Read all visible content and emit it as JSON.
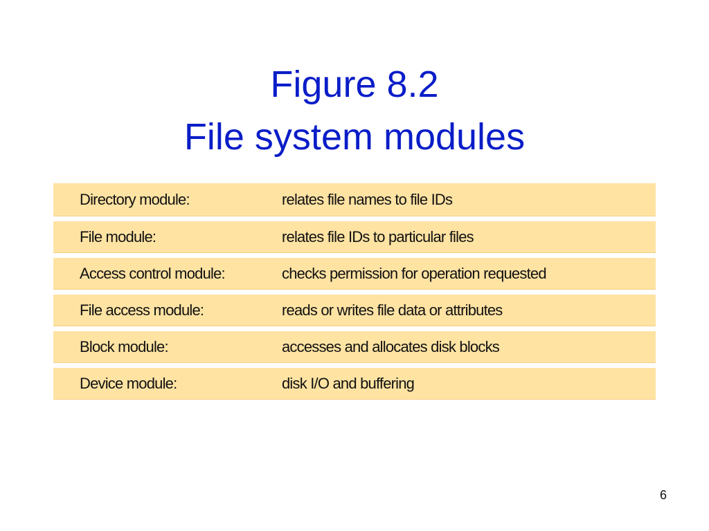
{
  "slide": {
    "title_line1": "Figure 8.2",
    "title_line2": "File system modules",
    "page_number": "6"
  },
  "modules": [
    {
      "name": "Directory module:",
      "description": "relates file names to file IDs"
    },
    {
      "name": "File module:",
      "description": "relates file IDs to particular files"
    },
    {
      "name": "Access control module:",
      "description": "checks permission for operation requested"
    },
    {
      "name": "File access module:",
      "description": "reads or writes file data or attributes"
    },
    {
      "name": "Block module:",
      "description": "accesses and allocates disk blocks"
    },
    {
      "name": "Device module:",
      "description": "disk I/O and buffering"
    }
  ],
  "colors": {
    "title": "#0a1dc8",
    "row_background": "#ffe3a3",
    "text": "#111111"
  }
}
